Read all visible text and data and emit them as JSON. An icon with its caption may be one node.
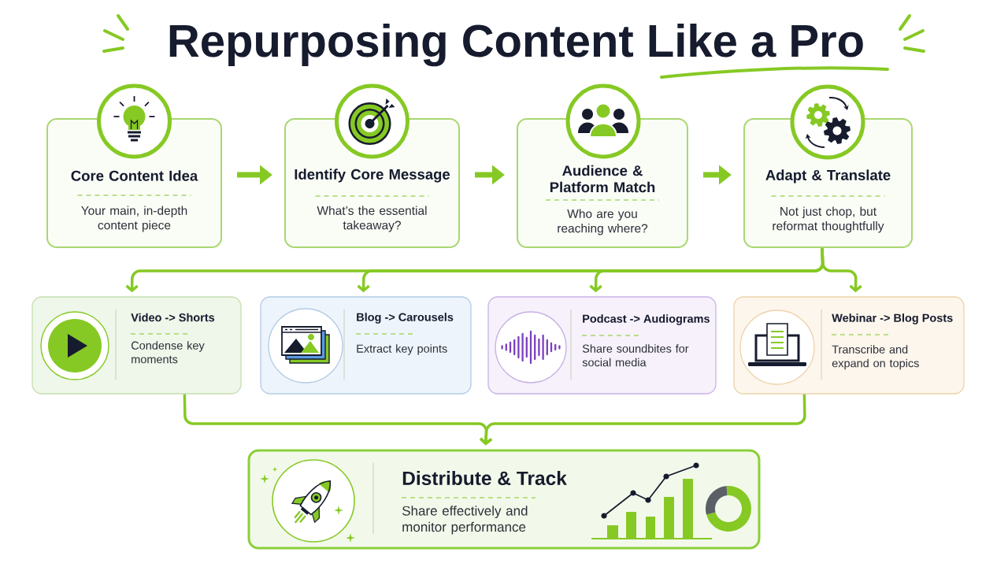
{
  "diagram": {
    "title": "Repurposing Content Like a Pro",
    "nodes": [
      {
        "text": [
          "Core Content Idea",
          "Your main, in-depth content piece"
        ]
      },
      {
        "text": [
          "Identify Core Message",
          "What’s the essential takeaway?"
        ]
      },
      {
        "text": [
          "Audience & Platform Match",
          "Who are you reaching where?"
        ]
      },
      {
        "text": [
          "Adapt & Translate",
          "Not just chop, but reformat thoughtfully"
        ]
      },
      {
        "text": [
          "Video -> Shorts",
          "Condense key moments"
        ]
      },
      {
        "text": [
          "Blog -> Carousels",
          "Extract key points"
        ]
      },
      {
        "text": [
          "Podcast -> Audiograms",
          "Share soundbites for social media"
        ]
      },
      {
        "text": [
          "Webinar -> Blog Posts",
          "Transcribe and expand on topics"
        ]
      },
      {
        "text": [
          "Distribute & Track",
          "Share effectively and monitor performance"
        ]
      }
    ],
    "edges": [
      {
        "from": 0,
        "to": 1,
        "arrow": "to",
        "style": "thick"
      },
      {
        "from": 1,
        "to": 2,
        "arrow": "to",
        "style": "thick"
      },
      {
        "from": 2,
        "to": 3,
        "arrow": "to",
        "style": "thick"
      },
      {
        "from": 3,
        "to": 4,
        "arrow": "to"
      },
      {
        "from": 3,
        "to": 5,
        "arrow": "to"
      },
      {
        "from": 3,
        "to": 6,
        "arrow": "to"
      },
      {
        "from": 3,
        "to": 7,
        "arrow": "to"
      },
      {
        "from": 4,
        "to": 8,
        "arrow": "to"
      },
      {
        "from": 7,
        "to": 8,
        "arrow": "to"
      }
    ]
  }
}
